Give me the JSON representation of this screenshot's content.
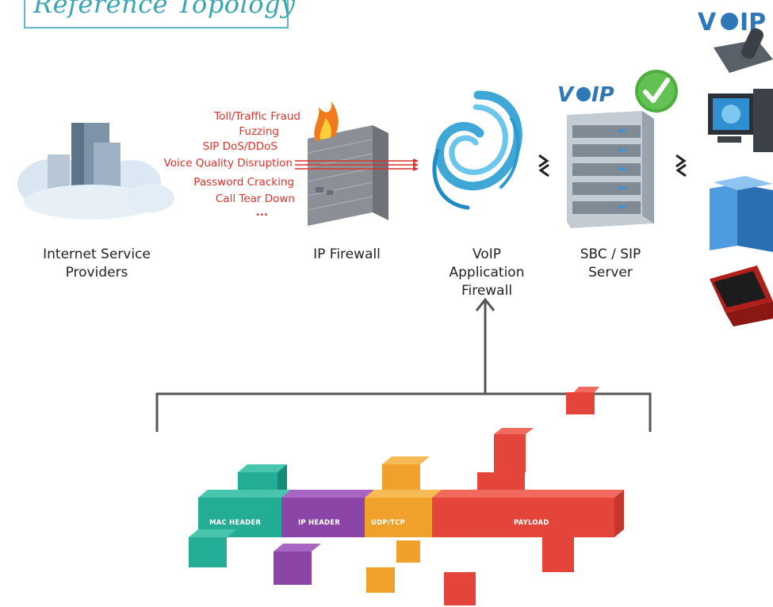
{
  "title": "Reference Topology",
  "nodes": {
    "isp": "Internet Service Providers",
    "ip_firewall": "IP Firewall",
    "voip_firewall": "VoIP Application Firewall",
    "sbc": "SBC / SIP Server"
  },
  "threats": [
    "Toll/Traffic Fraud",
    "Fuzzing",
    "SIP DoS/DDoS",
    "Voice Quality Disruption",
    "Password Cracking",
    "Call Tear Down",
    "..."
  ],
  "voip_logo_text": "VOIP",
  "packet": {
    "mac": "MAC HEADER",
    "ip": "IP HEADER",
    "udp": "UDP/TCP",
    "payload": "PAYLOAD"
  },
  "colors": {
    "accent": "#3aa6b2",
    "threat": "#e0302a",
    "mac": "#22ad94",
    "ip": "#8b45a6",
    "udp": "#f0a12c",
    "payload": "#e4453a"
  }
}
